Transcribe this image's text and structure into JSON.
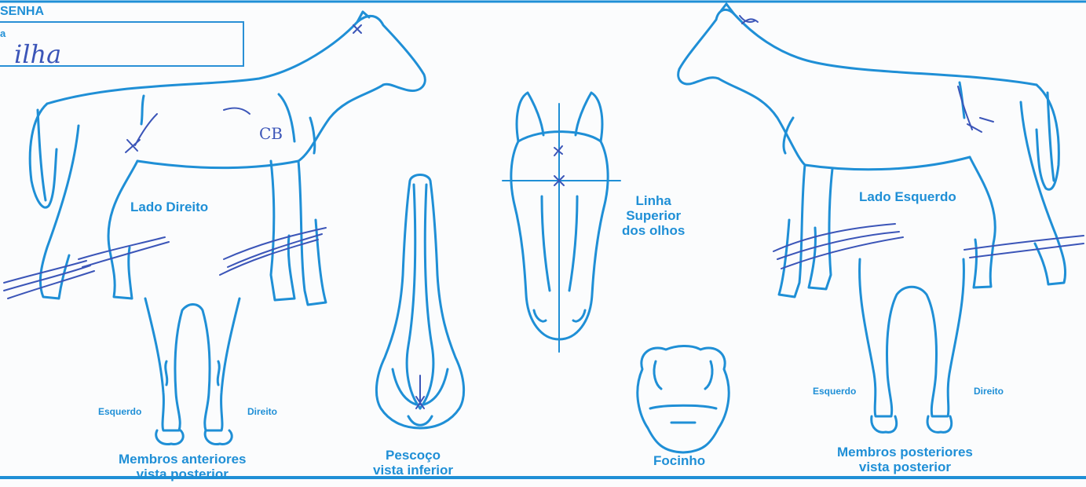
{
  "form": {
    "senha_label": "SENHA",
    "field_prefix": "a",
    "field_value": "ilha"
  },
  "labels": {
    "right_side": "Lado Direito",
    "left_side": "Lado Esquerdo",
    "eye_line_1": "Linha",
    "eye_line_2": "Superior",
    "eye_line_3": "dos olhos",
    "front_limbs_1": "Membros anteriores",
    "front_limbs_2": "vista posterior",
    "front_left": "Esquerdo",
    "front_right": "Direito",
    "neck_1": "Pescoço",
    "neck_2": "vista inferior",
    "muzzle": "Focinho",
    "hind_limbs_1": "Membros posteriores",
    "hind_limbs_2": "vista posterior",
    "hind_left": "Esquerdo",
    "hind_right": "Direito"
  },
  "annotations": {
    "cb_mark": "CB"
  },
  "colors": {
    "line_blue": "#1f8fd6",
    "ink_blue": "#3b55b8"
  }
}
